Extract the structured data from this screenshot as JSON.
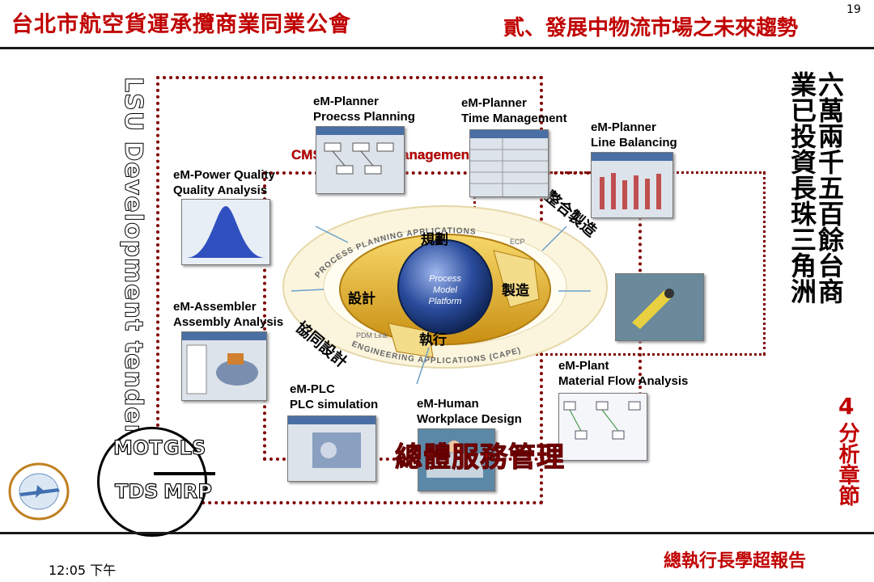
{
  "header": {
    "left_title": "台北市航空貨運承攬商業同業公會",
    "right_title": "貳、發展中物流市場之未來趨勢",
    "page_number": "19"
  },
  "footer": {
    "time": "12:05 下午",
    "right_text": "總執行長學超報告"
  },
  "vertical_note": "六萬兩千五百餘台商業已投資長珠三角洲",
  "rotated_heading": "LSU Development tendency",
  "side_label": {
    "number": "4",
    "text": "分析章節"
  },
  "diagram": {
    "cms_label": "CMS-Common Management System",
    "total_label": "總體服務管理",
    "ring_labels": [
      "規劃",
      "設計",
      "製造",
      "執行"
    ],
    "outer_labels": [
      "整合製造",
      "協同設計"
    ],
    "ring_arc_texts": [
      "PROCESS PLANNING APPLICATIONS",
      "ENGINEERING APPLICATIONS (CAPE)"
    ],
    "tab_labels": [
      "ECP",
      "PDM Link"
    ],
    "center": [
      "Process",
      "Model",
      "Platform"
    ],
    "modules": [
      {
        "line1": "eM-Planner",
        "line2": "Proecss Planning"
      },
      {
        "line1": "eM-Planner",
        "line2": "Time Management"
      },
      {
        "line1": "eM-Planner",
        "line2": "Line Balancing"
      },
      {
        "line1": "eM-Power Quality",
        "line2": "Quality Analysis"
      },
      {
        "line1": "eM-Assembler",
        "line2": "Assembly Analysis"
      },
      {
        "line1": "eM-PLC",
        "line2": "PLC simulation"
      },
      {
        "line1": "eM-Human",
        "line2": "Workplace Design"
      },
      {
        "line1": "eM-Plant",
        "line2": "Material Flow Analysis"
      }
    ],
    "logo_badges": [
      "MOT",
      "GLS",
      "TDS",
      "MRP"
    ]
  },
  "colors": {
    "accent_red": "#c00000",
    "dotted_maroon": "#800000",
    "ring_gold": "#e8b830",
    "globe_blue": "#2a4c9c"
  }
}
